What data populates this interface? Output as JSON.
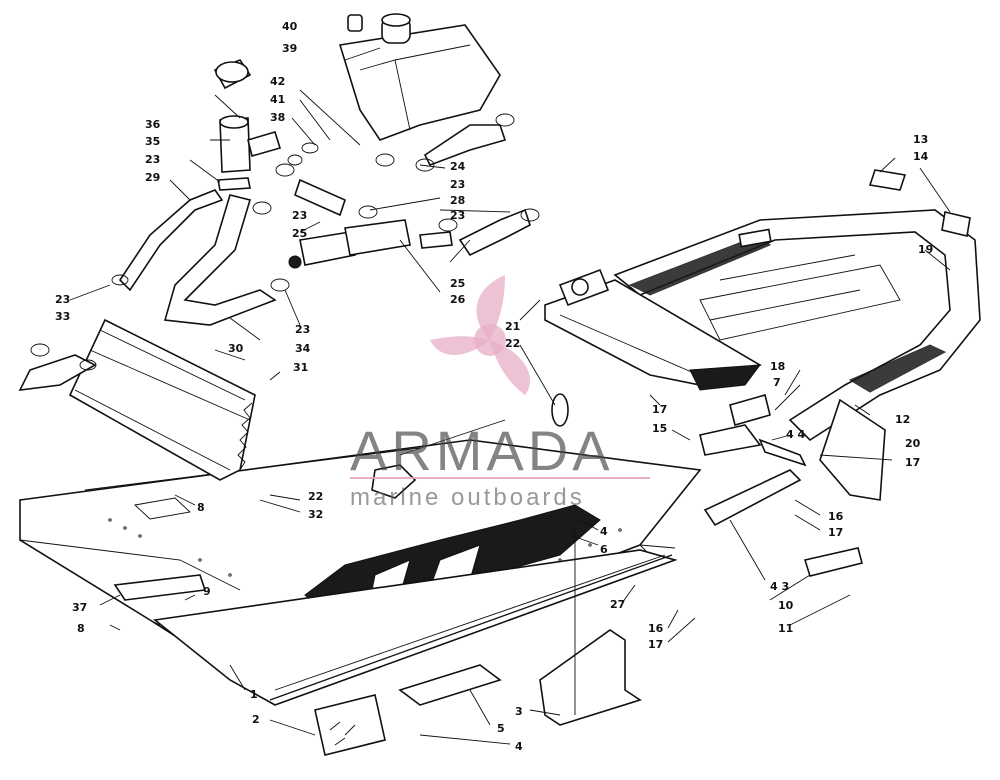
{
  "watermark": {
    "brand": "ARMADA",
    "tagline": "marine outboards",
    "brand_color": "#4a4a4a",
    "accent_color": "#e6a6c2"
  },
  "callouts": [
    {
      "id": "40",
      "label": "40"
    },
    {
      "id": "39",
      "label": "39"
    },
    {
      "id": "42",
      "label": "42"
    },
    {
      "id": "41",
      "label": "41"
    },
    {
      "id": "38",
      "label": "38"
    },
    {
      "id": "36",
      "label": "36"
    },
    {
      "id": "35",
      "label": "35"
    },
    {
      "id": "23a",
      "label": "23"
    },
    {
      "id": "29",
      "label": "29"
    },
    {
      "id": "24",
      "label": "24"
    },
    {
      "id": "23b",
      "label": "23"
    },
    {
      "id": "28",
      "label": "28"
    },
    {
      "id": "23c",
      "label": "23"
    },
    {
      "id": "23d",
      "label": "23"
    },
    {
      "id": "25a",
      "label": "25"
    },
    {
      "id": "25b",
      "label": "25"
    },
    {
      "id": "26",
      "label": "26"
    },
    {
      "id": "23e",
      "label": "23"
    },
    {
      "id": "34",
      "label": "34"
    },
    {
      "id": "23f",
      "label": "23"
    },
    {
      "id": "33",
      "label": "33"
    },
    {
      "id": "30",
      "label": "30"
    },
    {
      "id": "31",
      "label": "31"
    },
    {
      "id": "21",
      "label": "21"
    },
    {
      "id": "22a",
      "label": "22"
    },
    {
      "id": "13",
      "label": "13"
    },
    {
      "id": "14",
      "label": "14"
    },
    {
      "id": "19",
      "label": "19"
    },
    {
      "id": "18",
      "label": "18"
    },
    {
      "id": "7",
      "label": "7"
    },
    {
      "id": "17a",
      "label": "17"
    },
    {
      "id": "15",
      "label": "15"
    },
    {
      "id": "44",
      "label": "4 4"
    },
    {
      "id": "12",
      "label": "12"
    },
    {
      "id": "20",
      "label": "20"
    },
    {
      "id": "17b",
      "label": "17"
    },
    {
      "id": "16a",
      "label": "16"
    },
    {
      "id": "17c",
      "label": "17"
    },
    {
      "id": "8a",
      "label": "8"
    },
    {
      "id": "22b",
      "label": "22"
    },
    {
      "id": "32",
      "label": "32"
    },
    {
      "id": "4a",
      "label": "4"
    },
    {
      "id": "6",
      "label": "6"
    },
    {
      "id": "43",
      "label": "4 3"
    },
    {
      "id": "10",
      "label": "10"
    },
    {
      "id": "11",
      "label": "11"
    },
    {
      "id": "37",
      "label": "37"
    },
    {
      "id": "9",
      "label": "9"
    },
    {
      "id": "8b",
      "label": "8"
    },
    {
      "id": "27",
      "label": "27"
    },
    {
      "id": "16b",
      "label": "16"
    },
    {
      "id": "17d",
      "label": "17"
    },
    {
      "id": "1",
      "label": "1"
    },
    {
      "id": "2",
      "label": "2"
    },
    {
      "id": "3",
      "label": "3"
    },
    {
      "id": "5",
      "label": "5"
    },
    {
      "id": "4b",
      "label": "4"
    }
  ]
}
